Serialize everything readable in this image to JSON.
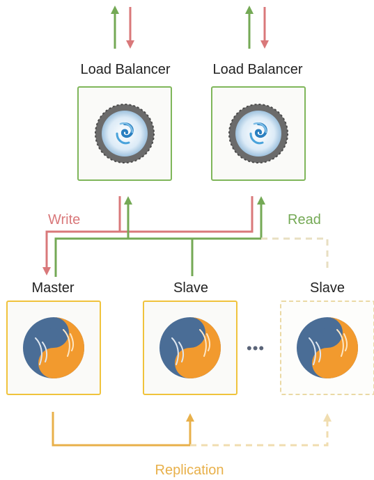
{
  "load_balancers": [
    {
      "label": "Load Balancer"
    },
    {
      "label": "Load Balancer"
    }
  ],
  "databases": [
    {
      "label": "Master",
      "style": "solid"
    },
    {
      "label": "Slave",
      "style": "solid"
    },
    {
      "label": "Slave",
      "style": "dashed"
    }
  ],
  "flows": {
    "write": "Write",
    "read": "Read",
    "replication": "Replication"
  },
  "ellipsis": "•••",
  "colors": {
    "write": "#d9787a",
    "read": "#74a955",
    "replication": "#e8b04a",
    "replication_faded": "#f0ddb0",
    "lb_border": "#7fb65a",
    "db_border": "#f0c33c",
    "db_border_faded": "#ead9a4"
  }
}
